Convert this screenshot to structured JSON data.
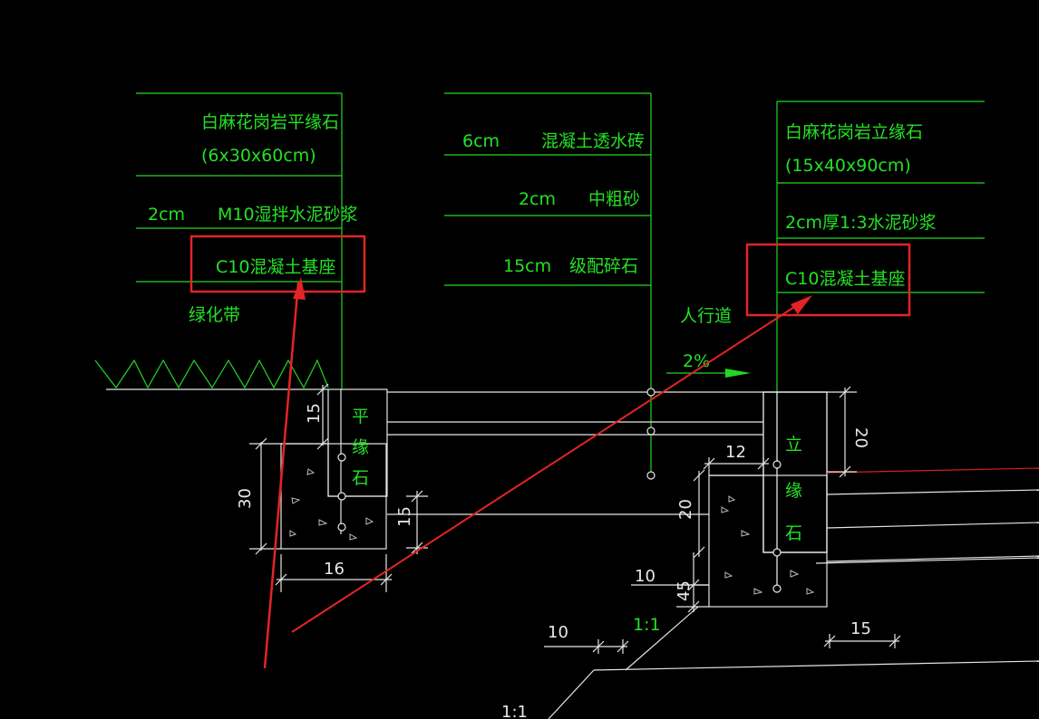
{
  "colors": {
    "background": "#000000",
    "label": "#25e025",
    "line": "#e6e6e6",
    "highlight": "#e42424"
  },
  "left_table": {
    "row1_a": "白麻花岗岩平缘石",
    "row1_b": "(6x30x60cm)",
    "row2_a": "2cm",
    "row2_b": "M10湿拌水泥砂浆",
    "row3": "C10混凝土基座",
    "row4": "绿化带"
  },
  "middle_table": {
    "row1_a": "6cm",
    "row1_b": "混凝土透水砖",
    "row2_a": "2cm",
    "row2_b": "中粗砂",
    "row3_a": "15cm",
    "row3_b": "级配碎石"
  },
  "right_table": {
    "row1_a": "白麻花岗岩立缘石",
    "row1_b": "(15x40x90cm)",
    "row2": "2cm厚1:3水泥砂浆",
    "row3": "C10混凝土基座"
  },
  "sidewalk": {
    "label": "人行道",
    "slope": "2%"
  },
  "left_curb": {
    "c1": "平",
    "c2": "缘",
    "c3": "石"
  },
  "right_curb": {
    "c1": "立",
    "c2": "缘",
    "c3": "石"
  },
  "dimensions": {
    "d15_top": "15",
    "d30": "30",
    "d16": "16",
    "d15_mid": "15",
    "d12": "12",
    "d20_mid": "20",
    "d20_right": "20",
    "d10_a": "10",
    "d45": "45",
    "d10_b": "10",
    "d15_right": "15",
    "slope_a": "1:1",
    "slope_b": "1:1"
  }
}
